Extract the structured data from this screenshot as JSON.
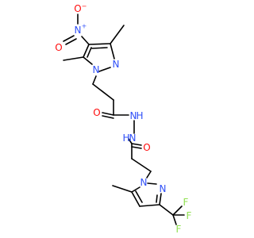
{
  "molecule": {
    "atoms": {
      "nitro_o_top": "O",
      "nitro_o_top_charge": "−",
      "nitro_n": "N",
      "nitro_n_charge": "+",
      "nitro_o_left": "O",
      "pz1_n2": "N",
      "pz1_n1": "N",
      "carbonyl1_o": "O",
      "hydrazide_nh1": "N",
      "hydrazide_h1": "H",
      "hydrazide_nh2": "N",
      "hydrazide_h2": "H",
      "carbonyl2_o": "O",
      "pz2_n1": "N",
      "pz2_n2": "N",
      "f_top": "F",
      "f_right": "F",
      "f_bottom": "F"
    },
    "colors": {
      "nitrogen": "#3050f8",
      "oxygen": "#ff0d0d",
      "fluorine": "#90e050",
      "carbon": "#000000"
    }
  }
}
